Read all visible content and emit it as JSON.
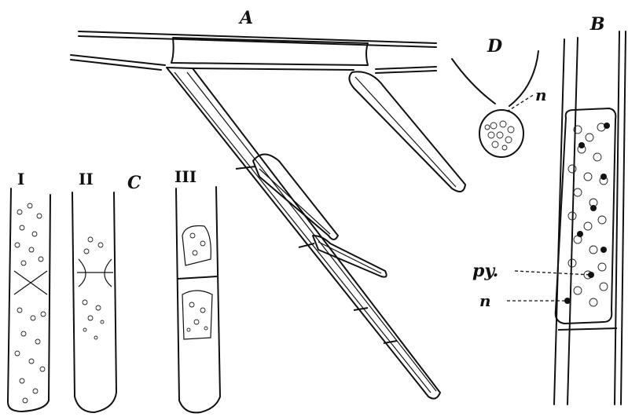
{
  "labels": {
    "A": "A",
    "B": "B",
    "C": "C",
    "D": "D",
    "I": "I",
    "II": "II",
    "III": "III",
    "py": "py.",
    "n_B": "n",
    "n_D": "n"
  }
}
